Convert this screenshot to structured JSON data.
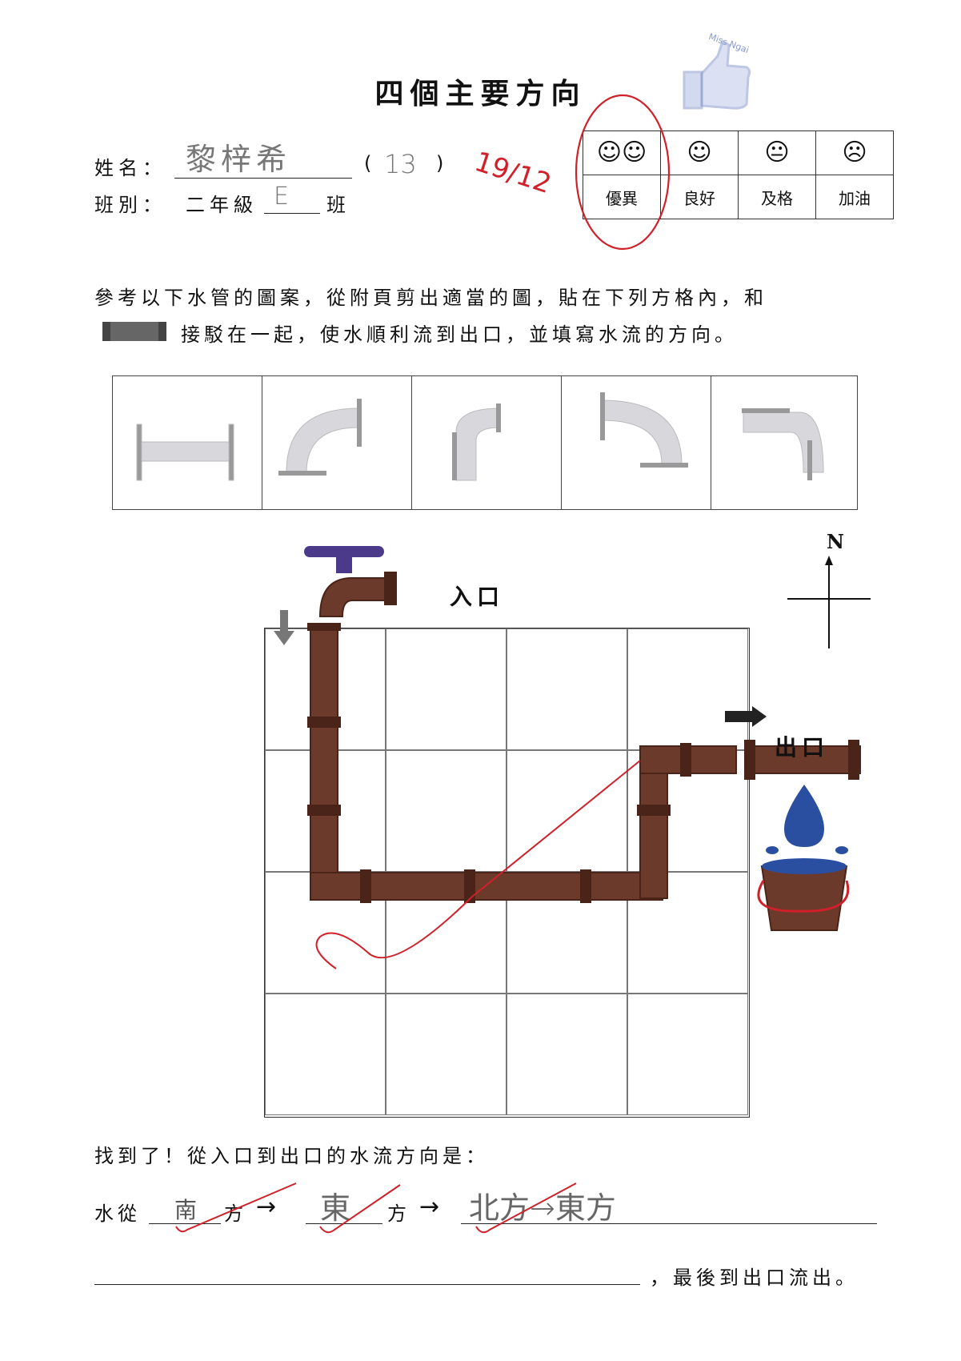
{
  "header": {
    "title": "四個主要方向",
    "name_label": "姓名：",
    "name_value": "黎梓希",
    "class_number": "13",
    "class_label": "班別：",
    "grade_text": "二年級",
    "class_value": "E",
    "class_suffix": "班",
    "date": "19/12",
    "stamp_text": "Miss Ngai"
  },
  "rating": {
    "faces": [
      "☺☺",
      "☺",
      "😐",
      "☹"
    ],
    "labels": [
      "優異",
      "良好",
      "及格",
      "加油"
    ],
    "selected": "優異"
  },
  "instructions": {
    "line1": "參考以下水管的圖案，從附頁剪出適當的圖，貼在下列方格內，和",
    "line2": "接駁在一起，使水順利流到出口，並填寫水流的方向。"
  },
  "diagram": {
    "inlet_label": "入口",
    "outlet_label": "出口",
    "compass_label": "N",
    "colors": {
      "pipe": "#6b3a2a",
      "pipe_dark": "#4a2418",
      "tap": "#4b3a8a",
      "water": "#2a4fa0",
      "check": "#d0202a"
    }
  },
  "answer": {
    "prompt": "找到了！從入口到出口的水流方向是：",
    "prefix": "水從",
    "blank1": "南",
    "unit1": "方",
    "arrow1": "→",
    "blank2": "東",
    "unit2": "方",
    "arrow2": "→",
    "blank3": "北方→東方",
    "suffix": "，最後到出口流出。"
  }
}
